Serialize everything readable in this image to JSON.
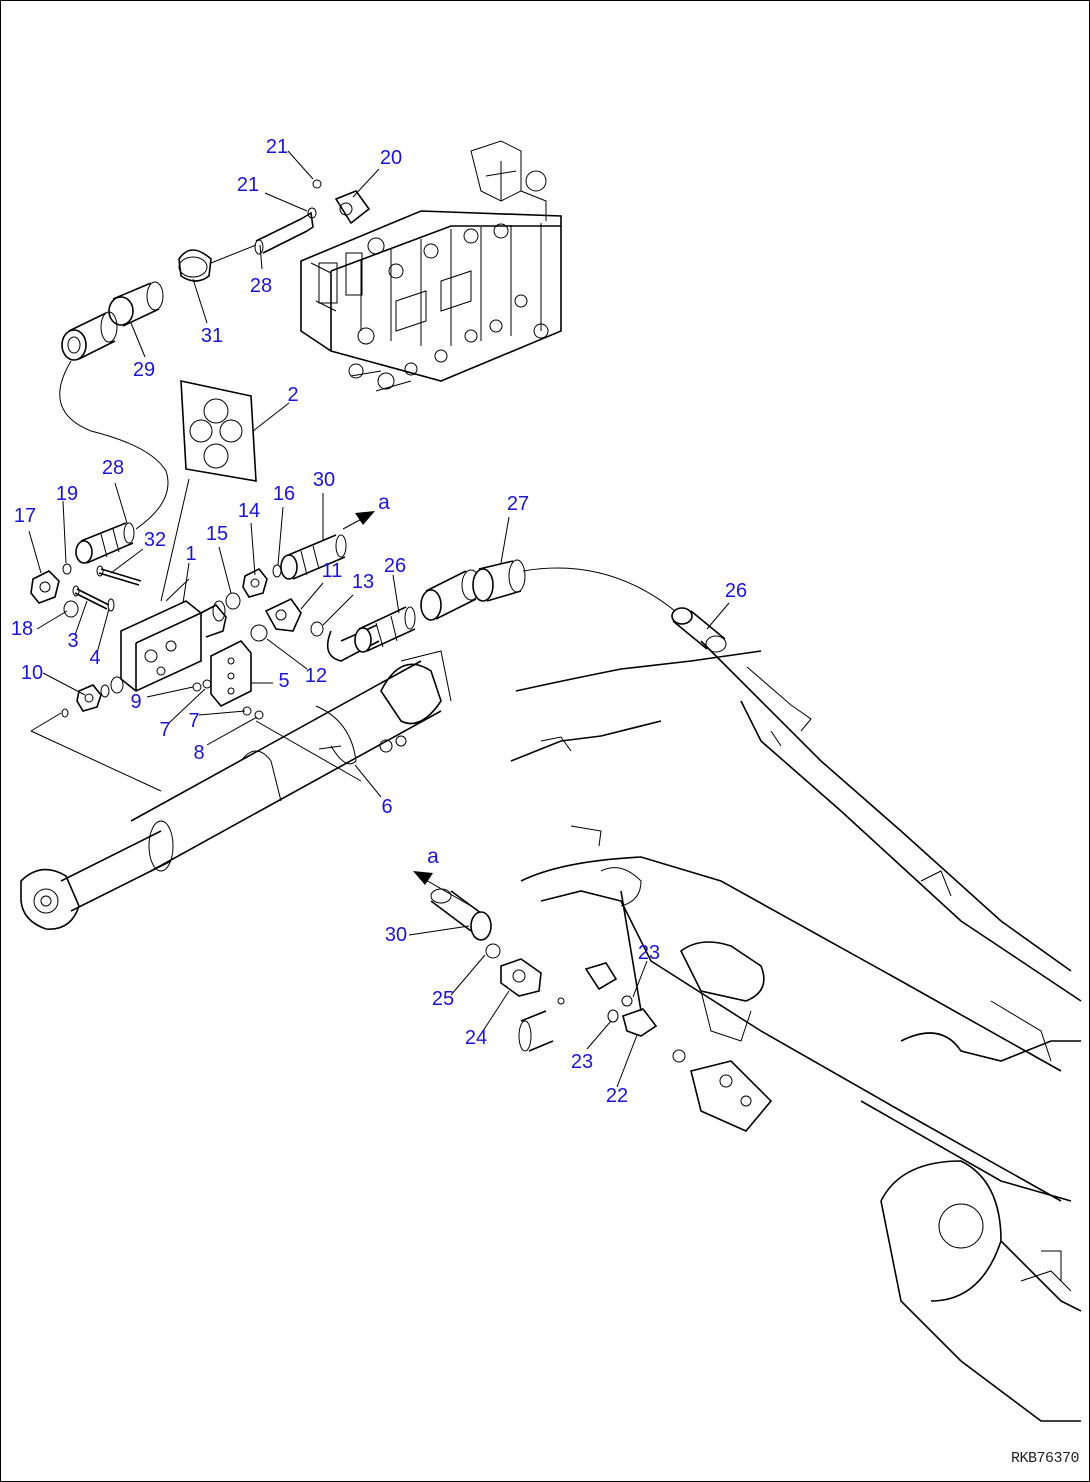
{
  "drawing_id": "RKB76370",
  "callouts": [
    {
      "name": "callout-21-top",
      "text": "21"
    },
    {
      "name": "callout-20",
      "text": "20"
    },
    {
      "name": "callout-21-mid",
      "text": "21"
    },
    {
      "name": "callout-28-top",
      "text": "28"
    },
    {
      "name": "callout-31",
      "text": "31"
    },
    {
      "name": "callout-29",
      "text": "29"
    },
    {
      "name": "callout-2",
      "text": "2"
    },
    {
      "name": "callout-28-left",
      "text": "28"
    },
    {
      "name": "callout-19",
      "text": "19"
    },
    {
      "name": "callout-17",
      "text": "17"
    },
    {
      "name": "callout-32",
      "text": "32"
    },
    {
      "name": "callout-1",
      "text": "1"
    },
    {
      "name": "callout-15",
      "text": "15"
    },
    {
      "name": "callout-14",
      "text": "14"
    },
    {
      "name": "callout-16",
      "text": "16"
    },
    {
      "name": "callout-30-top",
      "text": "30"
    },
    {
      "name": "callout-a-top",
      "text": "a"
    },
    {
      "name": "callout-27",
      "text": "27"
    },
    {
      "name": "callout-26-mid",
      "text": "26"
    },
    {
      "name": "callout-26-right",
      "text": "26"
    },
    {
      "name": "callout-11",
      "text": "11"
    },
    {
      "name": "callout-13",
      "text": "13"
    },
    {
      "name": "callout-18",
      "text": "18"
    },
    {
      "name": "callout-3",
      "text": "3"
    },
    {
      "name": "callout-4",
      "text": "4"
    },
    {
      "name": "callout-10",
      "text": "10"
    },
    {
      "name": "callout-12",
      "text": "12"
    },
    {
      "name": "callout-5",
      "text": "5"
    },
    {
      "name": "callout-9",
      "text": "9"
    },
    {
      "name": "callout-7-left",
      "text": "7"
    },
    {
      "name": "callout-7-right",
      "text": "7"
    },
    {
      "name": "callout-8",
      "text": "8"
    },
    {
      "name": "callout-6",
      "text": "6"
    },
    {
      "name": "callout-a-bottom",
      "text": "a"
    },
    {
      "name": "callout-30-bottom",
      "text": "30"
    },
    {
      "name": "callout-23-top",
      "text": "23"
    },
    {
      "name": "callout-25",
      "text": "25"
    },
    {
      "name": "callout-24",
      "text": "24"
    },
    {
      "name": "callout-23-bottom",
      "text": "23"
    },
    {
      "name": "callout-22",
      "text": "22"
    }
  ]
}
